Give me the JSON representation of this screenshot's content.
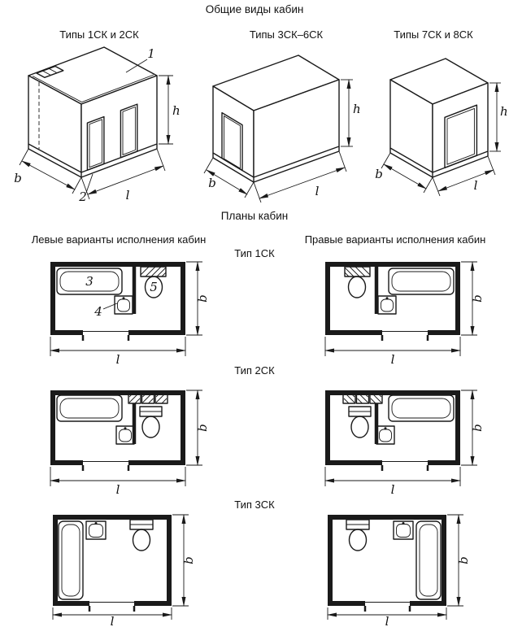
{
  "titles": {
    "general_views": "Общие виды кабин",
    "plans": "Планы кабин"
  },
  "column_headers": {
    "left": "Левые варианты исполнения кабин",
    "right": "Правые варианты исполнения кабин"
  },
  "view_labels": {
    "view1": "Типы 1СК и 2СК",
    "view2": "Типы 3СК–6СК",
    "view3": "Типы 7СК и 8СК"
  },
  "type_labels": {
    "type1": "Тип 1СК",
    "type2": "Тип 2СК",
    "type3": "Тип 3СК"
  },
  "dimension_labels": {
    "width": "b",
    "length": "l",
    "height": "h"
  },
  "callouts": {
    "c1": "1",
    "c2": "2",
    "c3": "3",
    "c4": "4",
    "c5": "5"
  },
  "colors": {
    "line": "#1a1a1a",
    "background": "#ffffff"
  }
}
